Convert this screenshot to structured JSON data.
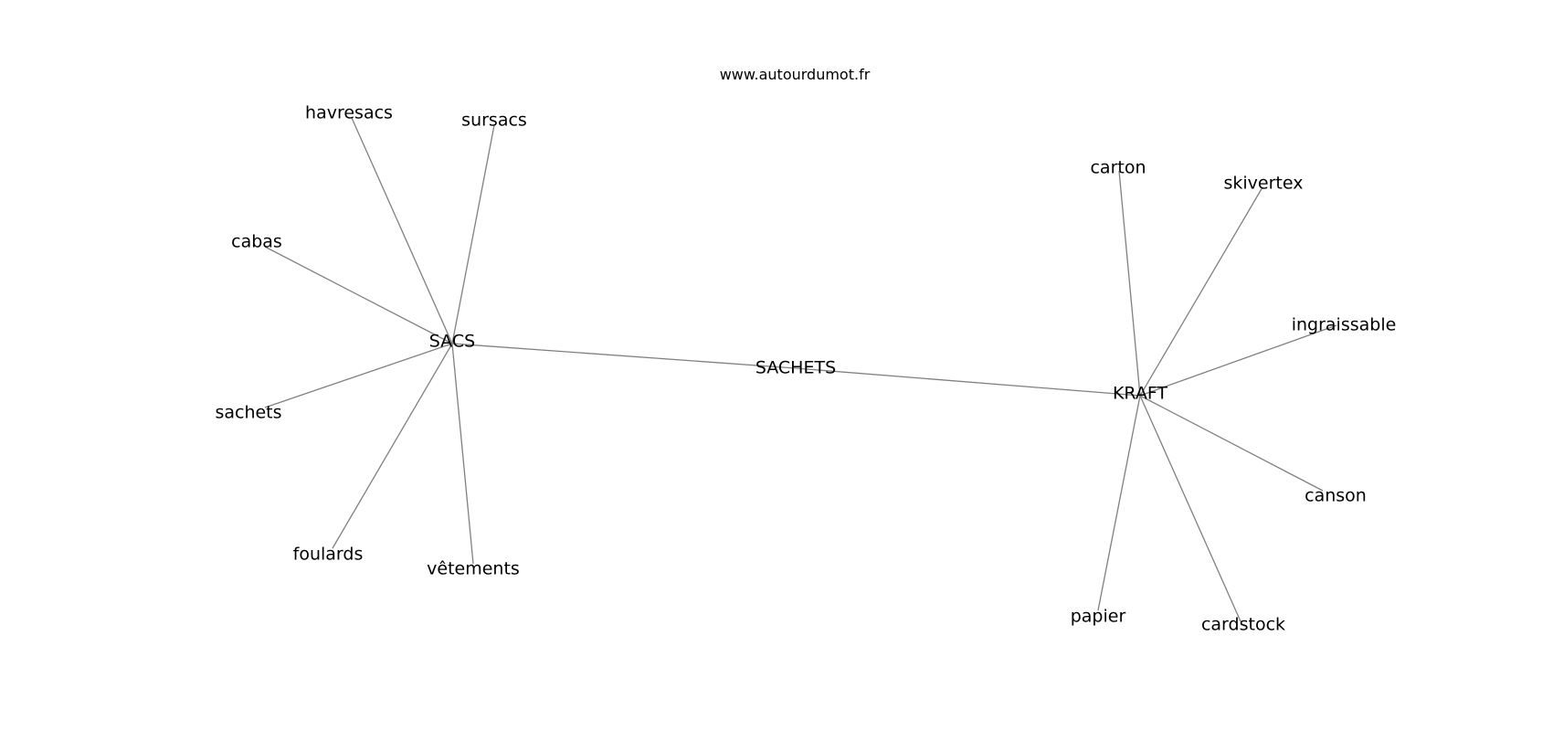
{
  "watermark": "www.autourdumot.fr",
  "graph": {
    "center": "SACHETS",
    "hubs": [
      "SACS",
      "KRAFT"
    ],
    "nodes": [
      "SACHETS",
      "SACS",
      "KRAFT",
      "havresacs",
      "sursacs",
      "cabas",
      "sachets",
      "foulards",
      "vêtements",
      "carton",
      "skivertex",
      "ingraissable",
      "canson",
      "cardstock",
      "papier"
    ],
    "edges": [
      [
        "SACS",
        "SACHETS"
      ],
      [
        "SACHETS",
        "KRAFT"
      ],
      [
        "SACS",
        "havresacs"
      ],
      [
        "SACS",
        "sursacs"
      ],
      [
        "SACS",
        "cabas"
      ],
      [
        "SACS",
        "sachets"
      ],
      [
        "SACS",
        "foulards"
      ],
      [
        "SACS",
        "vêtements"
      ],
      [
        "KRAFT",
        "carton"
      ],
      [
        "KRAFT",
        "skivertex"
      ],
      [
        "KRAFT",
        "ingraissable"
      ],
      [
        "KRAFT",
        "canson"
      ],
      [
        "KRAFT",
        "cardstock"
      ],
      [
        "KRAFT",
        "papier"
      ]
    ]
  },
  "colors": {
    "edge": "#808080",
    "text": "#000000",
    "background": "#ffffff"
  }
}
